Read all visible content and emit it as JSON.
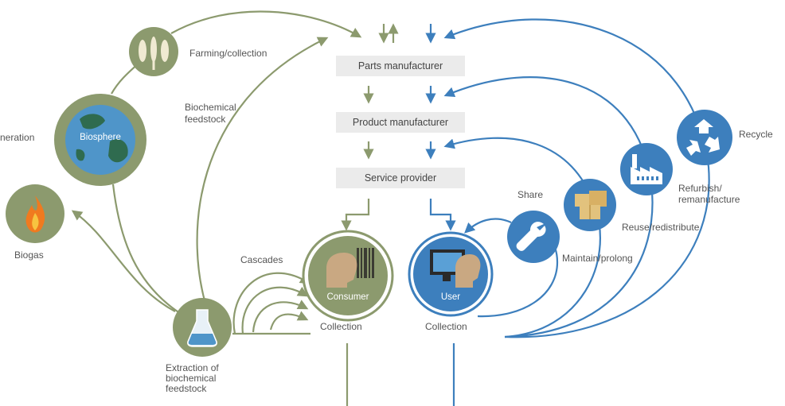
{
  "boxes": {
    "parts": "Parts manufacturer",
    "product": "Product manufacturer",
    "service": "Service provider"
  },
  "bio": {
    "farming": "Farming/collection",
    "feedstock": "Biochemical\nfeedstock",
    "biosphere": "Biosphere",
    "regeneration": "neration",
    "biogas": "Biogas",
    "cascades": "Cascades",
    "consumer": "Consumer",
    "collection": "Collection",
    "extraction": "Extraction of\nbiochemical\nfeedstock"
  },
  "tech": {
    "user": "User",
    "collection": "Collection",
    "share": "Share",
    "maintain": "Maintain/prolong",
    "reuse": "Reuse/redistribute",
    "refurbish": "Refurbish/\nremanufacture",
    "recycle": "Recycle"
  },
  "colors": {
    "bio": "#8c9a6e",
    "bio_dark": "#6f7d52",
    "tech": "#3d7fbd",
    "tech_dark": "#2c6aa8",
    "box": "#ebebeb"
  },
  "icons": {
    "farming": "wheat-fish-icon",
    "biosphere": "globe-icon",
    "biogas": "flame-icon",
    "extraction": "flask-icon",
    "consumer": "person-barcode-icon",
    "user": "person-computer-icon",
    "share": "wrench-icon",
    "reuse": "boxes-icon",
    "refurbish": "factory-icon",
    "recycle": "recycle-icon"
  }
}
